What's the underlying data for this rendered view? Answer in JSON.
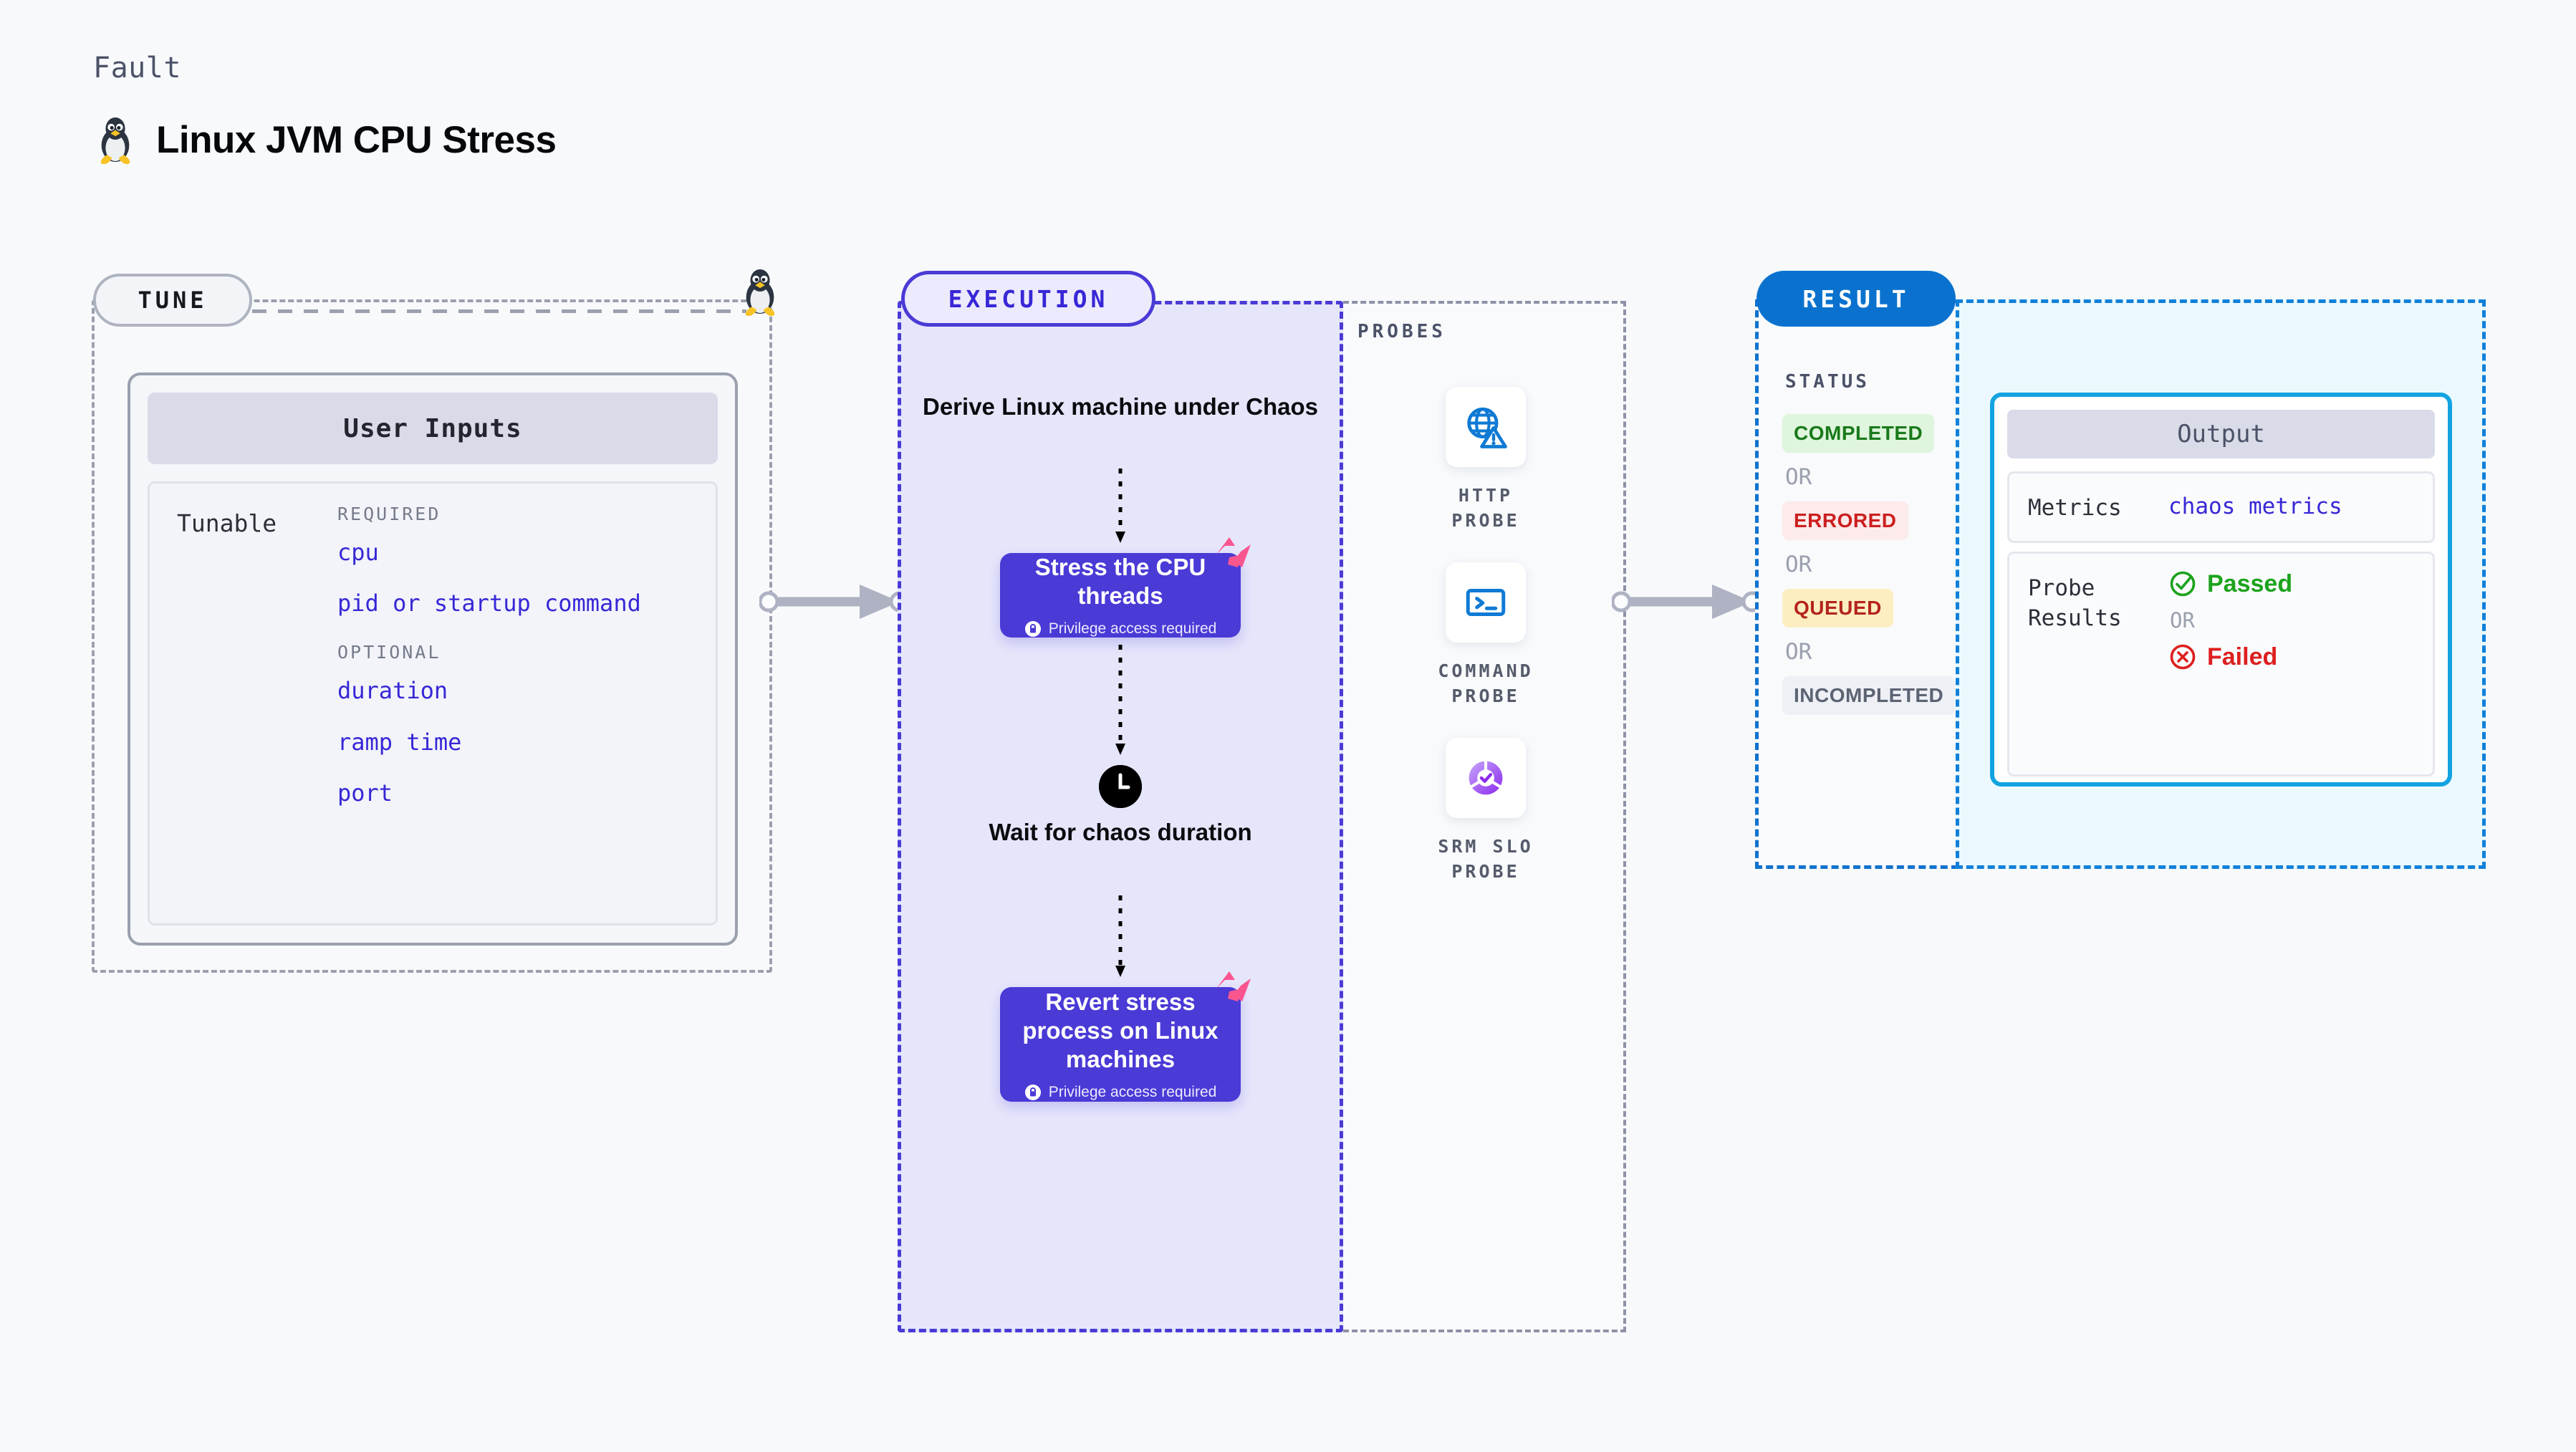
{
  "header": {
    "kicker": "Fault",
    "title": "Linux JVM CPU Stress",
    "icon": "linux-penguin-icon"
  },
  "tune": {
    "pill_label": "TUNE",
    "card_title": "User Inputs",
    "row_label": "Tunable",
    "groups": [
      {
        "heading": "REQUIRED",
        "items": [
          "cpu",
          "pid or startup command"
        ]
      },
      {
        "heading": "OPTIONAL",
        "items": [
          "duration",
          "ramp time",
          "port"
        ]
      }
    ]
  },
  "execution": {
    "pill_label": "EXECUTION",
    "steps": [
      {
        "type": "text",
        "label": "Derive Linux machine under Chaos"
      },
      {
        "type": "box",
        "label": "Stress the CPU threads",
        "sub": "Privilege access required",
        "badge": "chaos-badge-icon"
      },
      {
        "type": "clock",
        "label": "Wait for chaos duration"
      },
      {
        "type": "box",
        "label": "Revert stress process on Linux machines",
        "sub": "Privilege access required",
        "badge": "chaos-badge-icon"
      }
    ]
  },
  "probes": {
    "title": "PROBES",
    "items": [
      {
        "label": "HTTP PROBE",
        "icon": "globe-warning-icon"
      },
      {
        "label": "COMMAND PROBE",
        "icon": "terminal-icon"
      },
      {
        "label": "SRM SLO PROBE",
        "icon": "slo-donut-check-icon"
      }
    ]
  },
  "result": {
    "pill_label": "RESULT",
    "status_title": "STATUS",
    "or_label": "OR",
    "statuses": [
      {
        "label": "COMPLETED",
        "bg": "#dff5dd",
        "fg": "#1a7a1a"
      },
      {
        "label": "ERRORED",
        "bg": "#fdeaea",
        "fg": "#cc1f1f"
      },
      {
        "label": "QUEUED",
        "bg": "#fdeec2",
        "fg": "#b4241c"
      },
      {
        "label": "INCOMPLETED",
        "bg": "#eef0f5",
        "fg": "#5c6373"
      }
    ]
  },
  "output": {
    "card_title": "Output",
    "metrics_key": "Metrics",
    "metrics_value": "chaos metrics",
    "probe_key": "Probe Results",
    "probe_passed": "Passed",
    "probe_failed": "Failed",
    "or_label": "OR"
  },
  "colors": {
    "execution_accent": "#4a3ad6",
    "execution_bg": "#e6e6fb",
    "result_accent": "#0a72ce",
    "output_accent": "#12a3e0",
    "output_bg": "#ebf9fe",
    "tune_accent": "#9aa0ad",
    "tunable_text": "#3727d6",
    "chaos_badge": "#f9558f"
  }
}
